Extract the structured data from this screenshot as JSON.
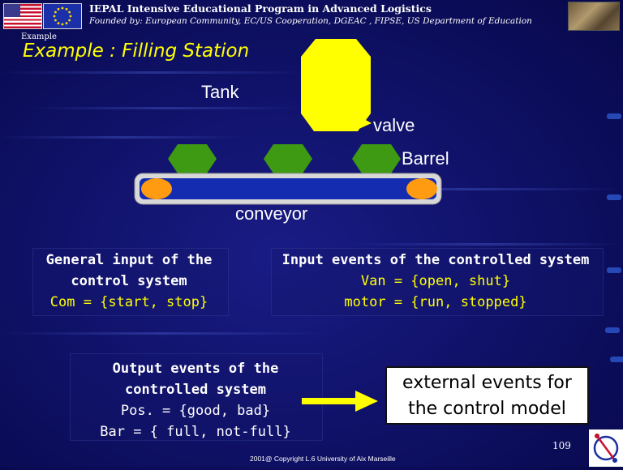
{
  "header": {
    "title": "IEPAL Intensive Educational Program in Advanced Logistics",
    "subtitle": "Founded by: European Community, EC/US Cooperation, DGEAC , FIPSE, US Department of Education"
  },
  "breadcrumb": "Example",
  "slide_title": "Example : Filling Station",
  "diagram": {
    "tank_label": "Tank",
    "valve_label": "valve",
    "barrel_label": "Barrel",
    "conveyor_label": "conveyor",
    "colors": {
      "tank": "#ffff00",
      "barrel": "#3d9a12",
      "roller": "#ff9b10",
      "belt": "#142cb0"
    }
  },
  "general_input": {
    "heading_line1": "General input of the",
    "heading_line2": "control system",
    "value": "Com = {start, stop}"
  },
  "input_events": {
    "heading": "Input events of the controlled system",
    "line1": "Van = {open, shut}",
    "line2": "motor = {run, stopped}"
  },
  "output_events": {
    "heading_line1": "Output events of the",
    "heading_line2": "controlled system",
    "line1": "Pos. =  {good, bad}",
    "line2": "Bar = { full, not-full}"
  },
  "external_events": {
    "line1": "external events for",
    "line2": "the control model"
  },
  "page_number": "109",
  "copyright": "2001@ Copyright  L.6 University of Aix Marseille"
}
